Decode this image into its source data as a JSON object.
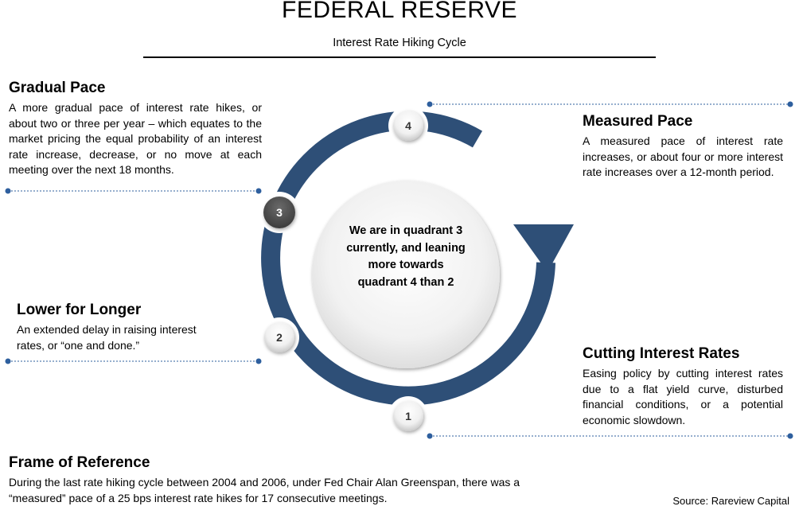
{
  "header": {
    "title": "FEDERAL RESERVE",
    "subtitle": "Interest Rate Hiking Cycle"
  },
  "quadrants": {
    "q1": {
      "number": "1",
      "title": "Cutting Interest Rates",
      "text": "Easing policy by cutting interest rates due to a flat yield curve, disturbed financial conditions, or a potential economic slowdown."
    },
    "q2": {
      "number": "2",
      "title": "Lower for Longer",
      "text": "An extended delay in raising interest rates, or “one and done.”"
    },
    "q3": {
      "number": "3",
      "title": "Gradual Pace",
      "text": "A more gradual pace of interest rate hikes, or about two or three per year – which equates to the market pricing the equal probability of an interest rate increase, decrease, or no move at each meeting over the next 18 months."
    },
    "q4": {
      "number": "4",
      "title": "Measured Pace",
      "text": "A measured pace of interest rate increases, or about four or more interest rate increases over a 12-month period."
    }
  },
  "center": {
    "text": "We are in quadrant 3 currently, and leaning more towards quadrant 4 than 2"
  },
  "frame_of_reference": {
    "title": "Frame of Reference",
    "text": "During the last rate hiking cycle between 2004 and 2006, under Fed Chair Alan Greenspan, there was a “measured” pace of a 25 bps interest rate hikes for 17 consecutive meetings."
  },
  "source": "Source: Rareview Capital",
  "colors": {
    "ring": "#2e4f77",
    "connector": "#2e5f9e",
    "active_node": "#555555"
  }
}
